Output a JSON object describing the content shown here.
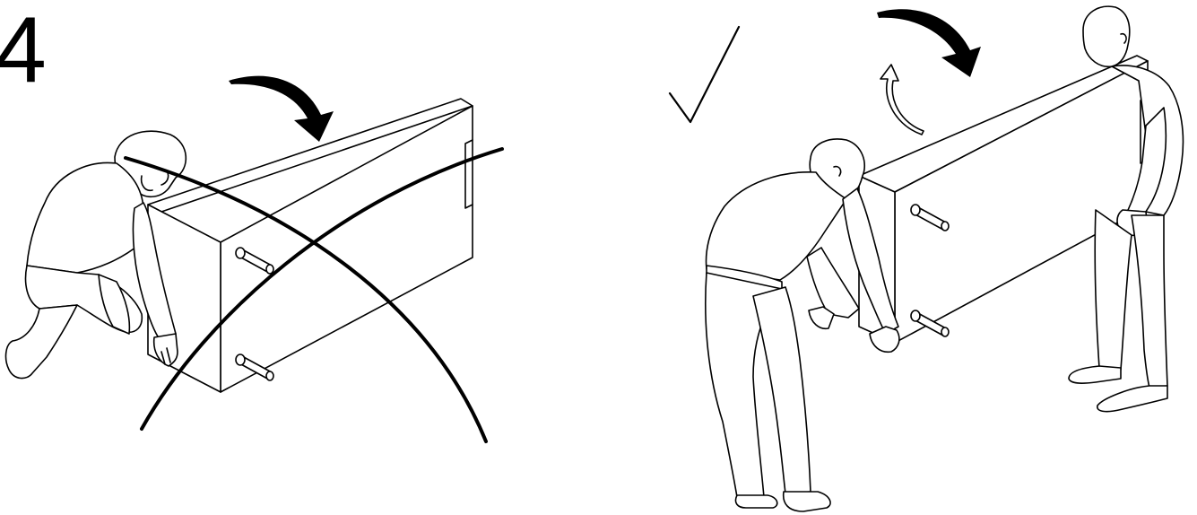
{
  "step": {
    "number": "4"
  },
  "panels": [
    {
      "name": "incorrect-one-person-lift",
      "verdict": "incorrect"
    },
    {
      "name": "correct-two-person-lift",
      "verdict": "correct"
    }
  ],
  "colors": {
    "ink": "#000000",
    "background": "#ffffff"
  }
}
